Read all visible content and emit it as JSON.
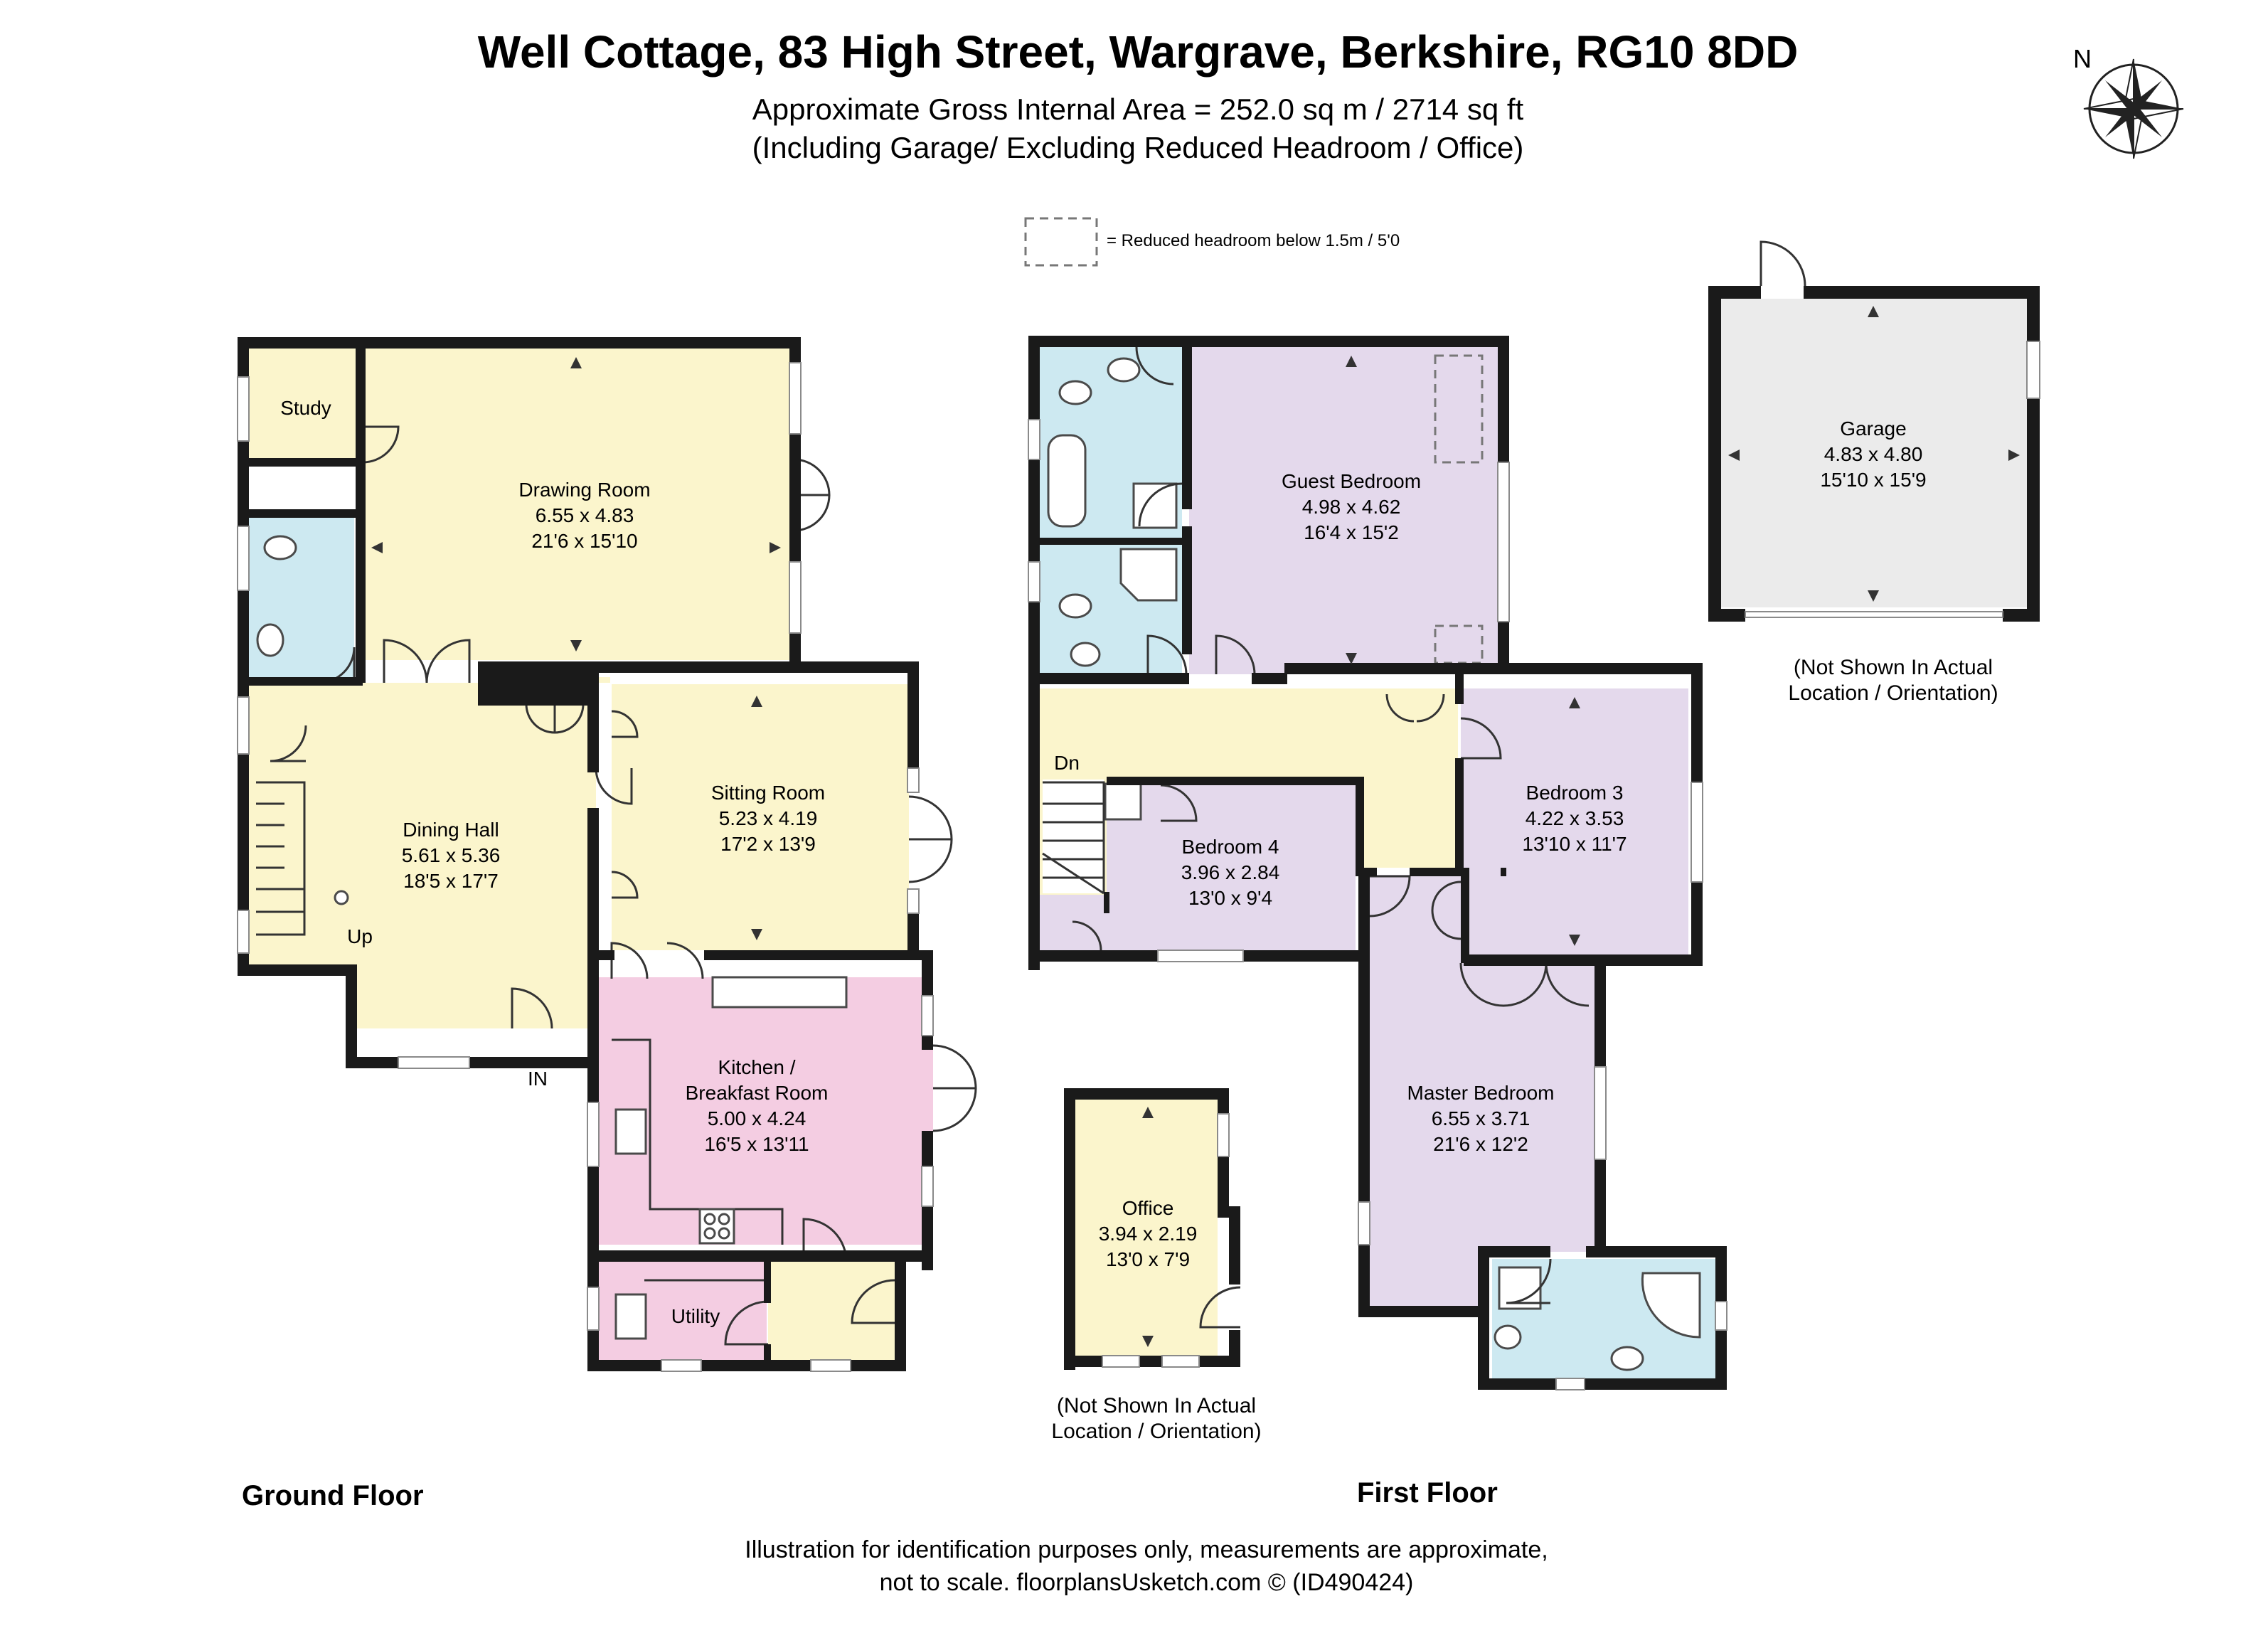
{
  "title": "Well Cottage, 83 High Street, Wargrave, Berkshire, RG10 8DD",
  "area_line": "Approximate Gross Internal Area = 252.0 sq m / 2714 sq ft",
  "area_note": "(Including Garage/ Excluding Reduced Headroom / Office)",
  "compass_label": "N",
  "legend_text": "= Reduced headroom below 1.5m / 5'0",
  "floors": {
    "ground": "Ground Floor",
    "first": "First Floor"
  },
  "rooms": {
    "study": {
      "name": "Study"
    },
    "drawing": {
      "name": "Drawing Room",
      "metric": "6.55 x 4.83",
      "imperial": "21'6 x 15'10"
    },
    "dining": {
      "name": "Dining Hall",
      "metric": "5.61 x 5.36",
      "imperial": "18'5 x 17'7"
    },
    "sitting": {
      "name": "Sitting Room",
      "metric": "5.23 x 4.19",
      "imperial": "17'2 x 13'9"
    },
    "kitchen": {
      "name_1": "Kitchen /",
      "name_2": "Breakfast Room",
      "metric": "5.00 x 4.24",
      "imperial": "16'5 x 13'11"
    },
    "utility": {
      "name": "Utility"
    },
    "guest": {
      "name": "Guest Bedroom",
      "metric": "4.98 x 4.62",
      "imperial": "16'4 x 15'2"
    },
    "bed3": {
      "name": "Bedroom 3",
      "metric": "4.22 x 3.53",
      "imperial": "13'10 x 11'7"
    },
    "bed4": {
      "name": "Bedroom 4",
      "metric": "3.96 x 2.84",
      "imperial": "13'0 x 9'4"
    },
    "master": {
      "name": "Master Bedroom",
      "metric": "6.55 x 3.71",
      "imperial": "21'6 x 12'2"
    },
    "office": {
      "name": "Office",
      "metric": "3.94 x 2.19",
      "imperial": "13'0 x 7'9"
    },
    "garage": {
      "name": "Garage",
      "metric": "4.83 x 4.80",
      "imperial": "15'10 x 15'9"
    }
  },
  "labels": {
    "up": "Up",
    "dn": "Dn",
    "in": "IN"
  },
  "not_shown_1": "(Not Shown In Actual",
  "not_shown_2": "Location / Orientation)",
  "footer_1": "Illustration for identification purposes only, measurements are approximate,",
  "footer_2": "not to scale. floorplansUsketch.com © (ID490424)",
  "colors": {
    "yellow": "#fbf5cc",
    "blue": "#cde9f1",
    "purple": "#e4d9ec",
    "pink": "#f4cde2",
    "grey": "#ebebeb",
    "wall": "#1a1a1a"
  }
}
